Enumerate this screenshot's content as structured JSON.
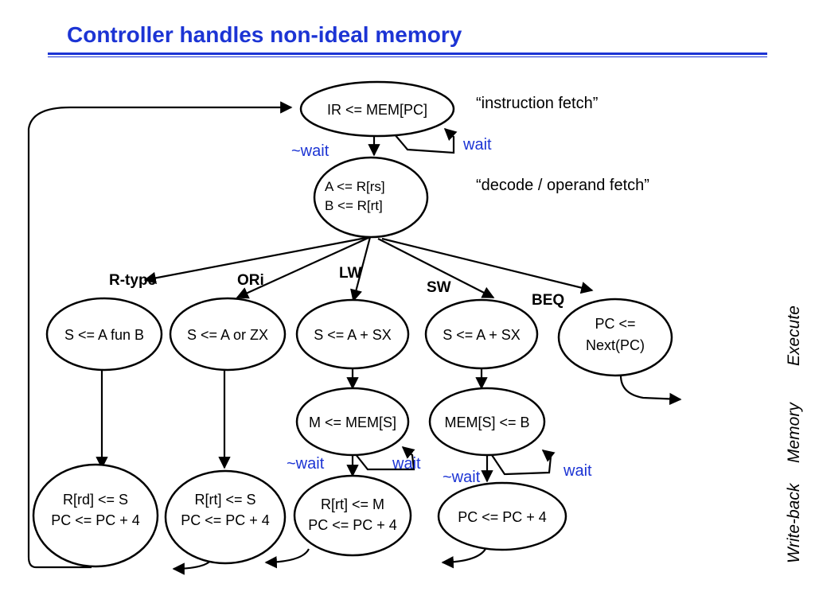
{
  "title": "Controller handles non-ideal memory",
  "comments": {
    "fetch": "“instruction fetch”",
    "decode": "“decode / operand fetch”"
  },
  "nodes": {
    "fetch": "IR <= MEM[PC]",
    "decode_line1": "A <= R[rs]",
    "decode_line2": "B <= R[rt]",
    "rtype_exec": "S <= A fun B",
    "ori_exec": "S <= A or ZX",
    "lw_exec": "S <= A + SX",
    "sw_exec": "S <= A + SX",
    "beq_line1": "PC <=",
    "beq_line2": "Next(PC)",
    "lw_mem": "M <= MEM[S]",
    "sw_mem": "MEM[S] <= B",
    "rtype_wb_line1": "R[rd] <= S",
    "rtype_wb_line2": "PC <= PC + 4",
    "ori_wb_line1": "R[rt] <= S",
    "ori_wb_line2": "PC <= PC + 4",
    "lw_wb_line1": "R[rt] <= M",
    "lw_wb_line2": "PC <= PC + 4",
    "sw_wb": "PC <= PC + 4"
  },
  "branches": {
    "rtype": "R-type",
    "ori": "ORi",
    "lw": "LW",
    "sw": "SW",
    "beq": "BEQ"
  },
  "wait_labels": {
    "fetch_not_wait": "~wait",
    "fetch_wait": "wait",
    "lw_not_wait": "~wait",
    "lw_wait": "wait",
    "sw_not_wait": "~wait",
    "sw_wait": "wait"
  },
  "stage_labels": {
    "execute": "Execute",
    "memory": "Memory",
    "writeback": "Write-back"
  },
  "colors": {
    "accent": "#1c34d4",
    "stroke": "#000000"
  }
}
